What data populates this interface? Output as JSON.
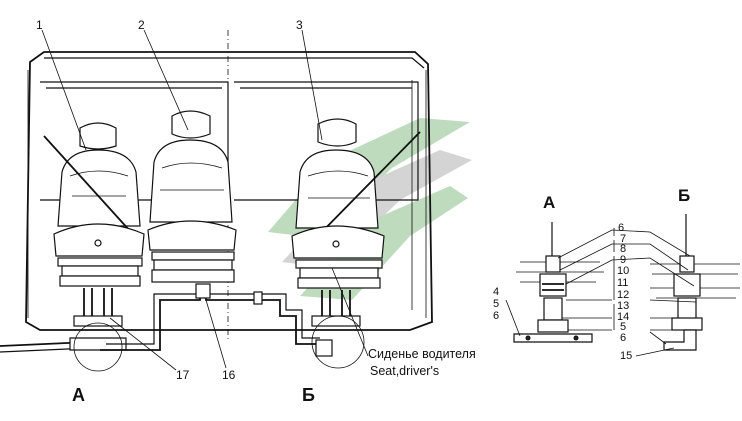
{
  "callouts": {
    "c1": "1",
    "c2": "2",
    "c3": "3",
    "c4": "4",
    "c5": "5",
    "c6": "6",
    "c7": "7",
    "c8": "8",
    "c9": "9",
    "c10": "10",
    "c11": "11",
    "c12": "12",
    "c13": "13",
    "c14": "14",
    "c15": "15",
    "c16": "16",
    "c17": "17"
  },
  "views": {
    "a": "А",
    "b": "Б"
  },
  "caption": {
    "ru": "Сиденье водителя",
    "en": "Seat,driver's"
  },
  "watermark_colors": [
    "#9fc59f",
    "#b9b9b9"
  ]
}
